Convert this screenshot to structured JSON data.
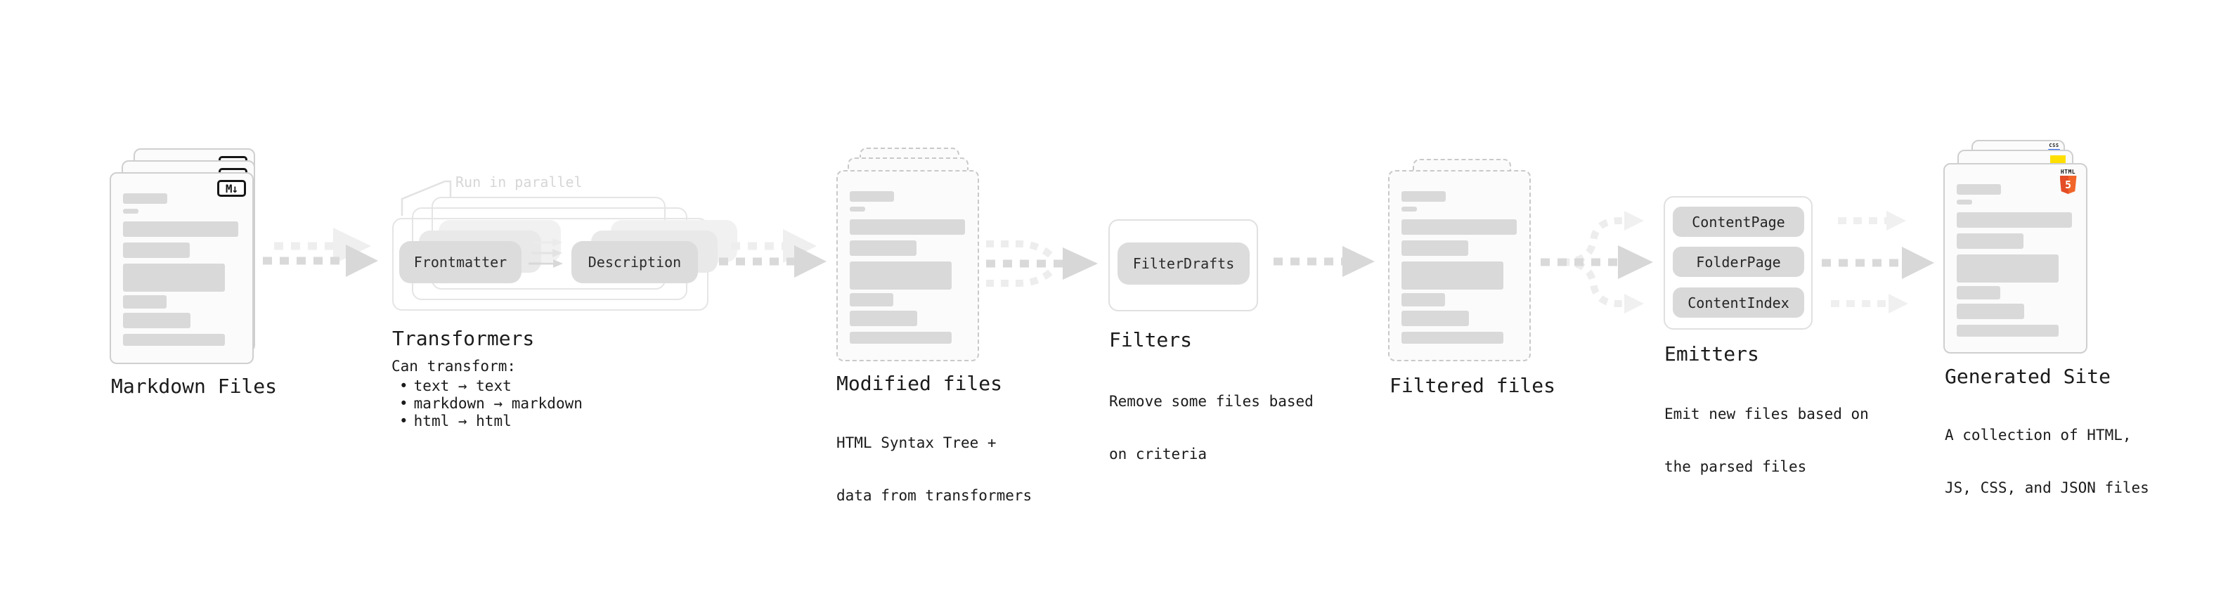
{
  "sections": {
    "markdown_files": {
      "label": "Markdown Files",
      "badge": "M↓"
    },
    "transformers": {
      "label": "Transformers",
      "annotation": "Run in parallel",
      "pill_left": "Frontmatter",
      "pill_right": "Description",
      "subtitle": "Can transform:",
      "bullet_prefix": "•",
      "bullets": [
        "text → text",
        "markdown → markdown",
        "html → html"
      ]
    },
    "modified_files": {
      "label": "Modified files",
      "description_line1": "HTML Syntax Tree +",
      "description_line2": "data from transformers"
    },
    "filters": {
      "label": "Filters",
      "pill": "FilterDrafts",
      "description_line1": "Remove some files based",
      "description_line2": "on criteria"
    },
    "filtered_files": {
      "label": "Filtered files"
    },
    "emitters": {
      "label": "Emitters",
      "pills": [
        "ContentPage",
        "FolderPage",
        "ContentIndex"
      ],
      "description_line1": "Emit new files based on",
      "description_line2": "the parsed files"
    },
    "generated_site": {
      "label": "Generated Site",
      "description_line1": "A collection of HTML,",
      "description_line2": "JS, CSS, and JSON files",
      "html5_badge_title": "HTML",
      "html5_badge_number": "5",
      "css_badge": "CSS"
    }
  },
  "colors": {
    "html5_orange": "#e44d26",
    "js_yellow": "#ffdf00",
    "css_blue": "#2761e8"
  }
}
